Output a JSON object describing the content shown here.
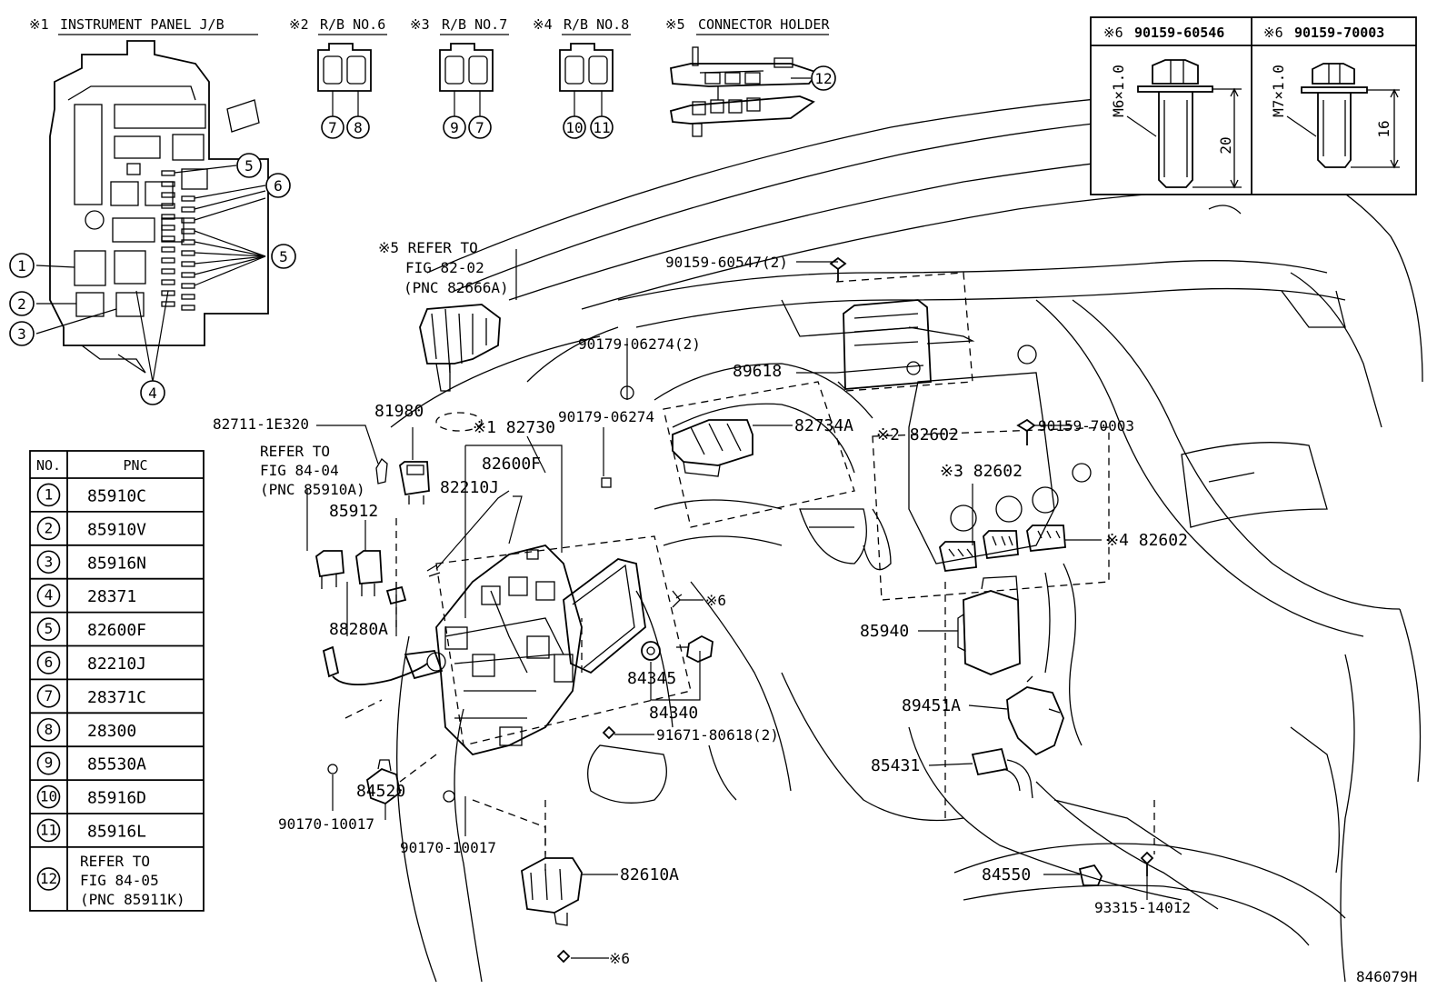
{
  "diagram_id": "846079H",
  "header_labels": {
    "inset1": {
      "mark": "※1",
      "title": "INSTRUMENT PANEL J/B"
    },
    "inset2": {
      "mark": "※2",
      "title": "R/B NO.6",
      "circles": [
        "7",
        "8"
      ]
    },
    "inset3": {
      "mark": "※3",
      "title": "R/B NO.7",
      "circles": [
        "9",
        "7"
      ]
    },
    "inset4": {
      "mark": "※4",
      "title": "R/B NO.8",
      "circles": [
        "10",
        "11"
      ]
    },
    "inset5": {
      "mark": "※5",
      "title": "CONNECTOR HOLDER",
      "circle": "12"
    }
  },
  "jb_circles": [
    "1",
    "2",
    "3",
    "4",
    "5",
    "6",
    "5"
  ],
  "bolt_table": {
    "left": {
      "mark": "※6",
      "part": "90159-60546",
      "thread": "M6×1.0",
      "length": "20"
    },
    "right": {
      "mark": "※6",
      "part": "90159-70003",
      "thread": "M7×1.0",
      "length": "16"
    }
  },
  "pnc_table": {
    "headers": [
      "NO.",
      "PNC"
    ],
    "rows": [
      {
        "no": "1",
        "pnc": "85910C"
      },
      {
        "no": "2",
        "pnc": "85910V"
      },
      {
        "no": "3",
        "pnc": "85916N"
      },
      {
        "no": "4",
        "pnc": "28371"
      },
      {
        "no": "5",
        "pnc": "82600F"
      },
      {
        "no": "6",
        "pnc": "82210J"
      },
      {
        "no": "7",
        "pnc": "28371C"
      },
      {
        "no": "8",
        "pnc": "28300"
      },
      {
        "no": "9",
        "pnc": "85530A"
      },
      {
        "no": "10",
        "pnc": "85916D"
      },
      {
        "no": "11",
        "pnc": "85916L"
      },
      {
        "no": "12",
        "pnc_lines": [
          "REFER TO",
          "FIG 84-05",
          "(PNC 85911K)"
        ]
      }
    ]
  },
  "callouts": {
    "refer_5": [
      "※5 REFER TO",
      "FIG 82-02",
      "(PNC 82666A)"
    ],
    "refer_8404": [
      "REFER TO",
      "FIG 84-04",
      "(PNC 85910A)"
    ],
    "p82711": "82711-1E320",
    "p81980": "81980",
    "p82730": "※1 82730",
    "p82600F": "82600F",
    "p82210J": "82210J",
    "p85912": "85912",
    "p88280A": "88280A",
    "p90179_2": "90179-06274(2)",
    "p90179": "90179-06274",
    "p90159_60547": "90159-60547(2)",
    "p89618": "89618",
    "p82734A": "82734A",
    "p82602_2": "※2 82602",
    "p90159_70003": "90159-70003",
    "p82602_3": "※3 82602",
    "p82602_4": "※4 82602",
    "p6a": "※6",
    "p84345": "84345",
    "p84340": "84340",
    "p91671": "91671-80618(2)",
    "p85940": "85940",
    "p89451A": "89451A",
    "p85431": "85431",
    "p84520": "84520",
    "p90170a": "90170-10017",
    "p90170b": "90170-10017",
    "p82610A": "82610A",
    "p6b": "※6",
    "p84550": "84550",
    "p93315": "93315-14012"
  }
}
